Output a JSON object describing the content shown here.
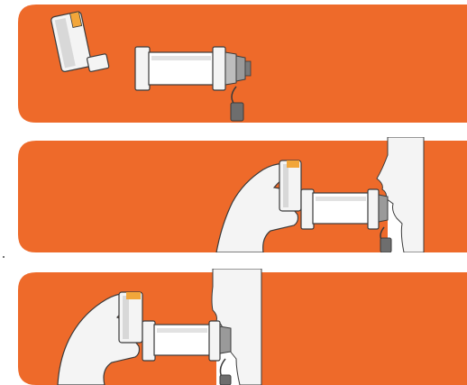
{
  "colors": {
    "background": "#FFFFFF",
    "panel_orange": "#EE6A2A",
    "device_white": "#F4F4F4",
    "device_outline": "#3A3A3A",
    "mouthpiece_grey": "#8C8C8C",
    "inhaler_cap": "#F2A63A",
    "skin": "#F4F4F4"
  },
  "panels": [
    {
      "name": "step-1",
      "icons": [
        "inhaler-icon",
        "spacer-chamber-icon",
        "spacer-cap-icon"
      ]
    },
    {
      "name": "step-2",
      "icons": [
        "hand-icon",
        "inhaler-icon",
        "spacer-chamber-icon",
        "face-profile-icon"
      ]
    },
    {
      "name": "step-3",
      "icons": [
        "hand-icon",
        "inhaler-icon",
        "spacer-chamber-icon",
        "face-profile-icon"
      ]
    }
  ]
}
